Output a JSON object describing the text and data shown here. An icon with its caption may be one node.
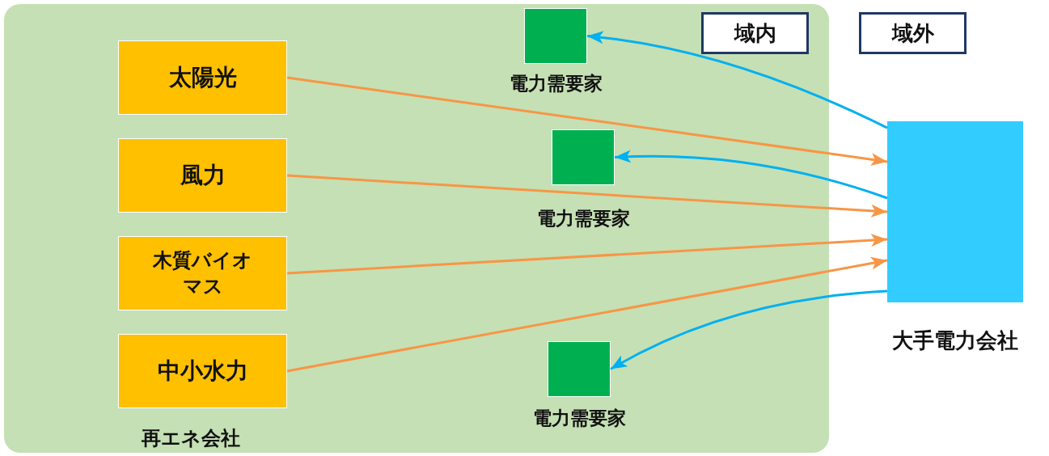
{
  "diagram": {
    "nodes": [
      {
        "text": [],
        "shape": "box"
      },
      {
        "text": [
          "太陽光"
        ],
        "in": 0
      },
      {
        "text": [
          "風力"
        ],
        "in": 0
      },
      {
        "text": [
          "木質バイオマス"
        ],
        "in": 0
      },
      {
        "text": [
          "中小水力"
        ],
        "in": 0
      },
      {
        "text": [],
        "shape": "box",
        "beside": [
          "電力需要家"
        ],
        "in": 0
      },
      {
        "text": [],
        "shape": "box",
        "beside": [
          "電力需要家"
        ],
        "in": 0
      },
      {
        "text": [],
        "shape": "box",
        "beside": [
          "電力需要家"
        ],
        "in": 0
      },
      {
        "text": [],
        "shape": "box",
        "beside": [
          "大手電力会社"
        ]
      }
    ],
    "edges": [
      {
        "from": 1,
        "to": 8,
        "arrow": "to"
      },
      {
        "from": 2,
        "to": 8,
        "arrow": "to"
      },
      {
        "from": 3,
        "to": 8,
        "arrow": "to"
      },
      {
        "from": 4,
        "to": 8,
        "arrow": "to"
      },
      {
        "from": 8,
        "to": 5,
        "arrow": "to",
        "color": "#00b0f0"
      },
      {
        "from": 8,
        "to": 6,
        "arrow": "to",
        "color": "#00b0f0"
      },
      {
        "from": 8,
        "to": 7,
        "arrow": "to",
        "color": "#00b0f0"
      }
    ],
    "labels": [
      "域内",
      "域外",
      "再エネ会社"
    ]
  }
}
